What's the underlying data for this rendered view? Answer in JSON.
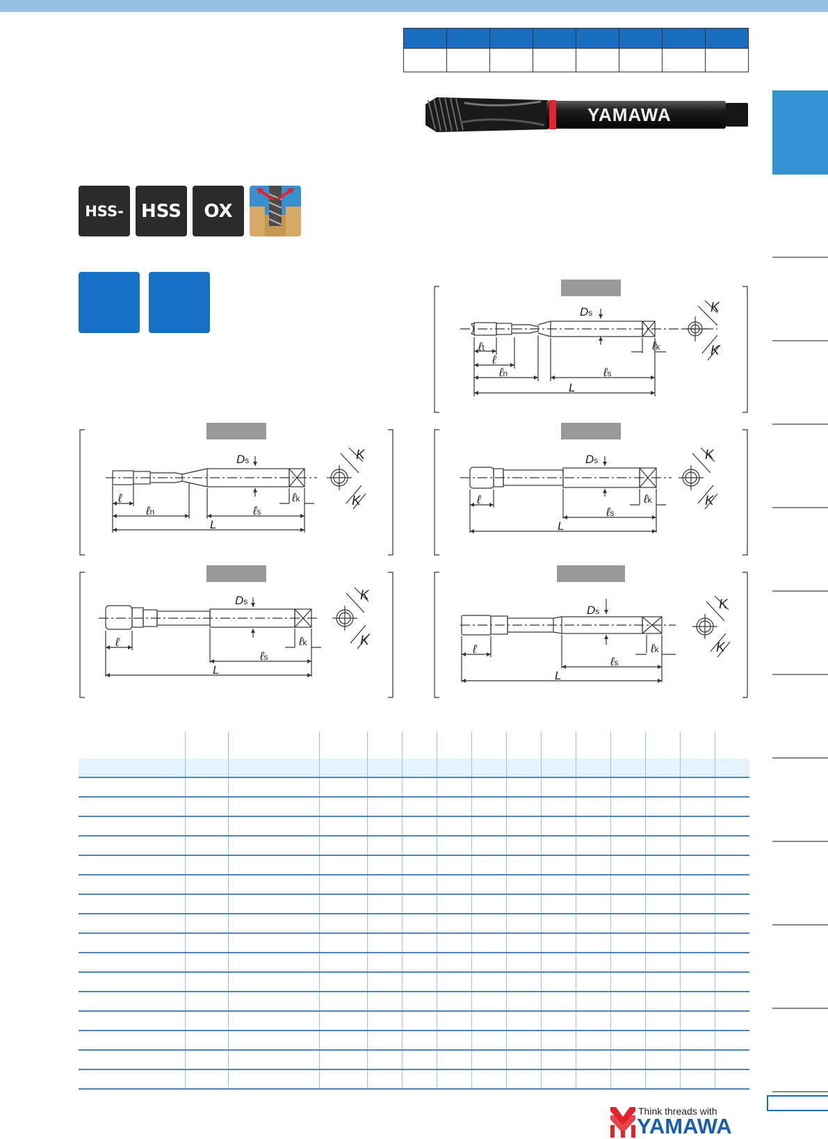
{
  "header": {
    "table_columns": 8
  },
  "product": {
    "brand_on_tap": "YAMAWA",
    "stripe_color": "#e3232c"
  },
  "materials": {
    "badge_1": "HSS-",
    "badge_2": "HSS",
    "badge_3": "OX"
  },
  "diagrams": {
    "labels": {
      "Ds": "D",
      "Ds_sub": "s",
      "K": "K",
      "L": "L",
      "l": "ℓ",
      "lt_sub": "t",
      "ln_sub": "n",
      "ls_sub": "s",
      "lk_sub": "k"
    }
  },
  "footer": {
    "tagline": "Think threads with",
    "logo": "YAMAWA"
  },
  "colors": {
    "accent_blue": "#1670c5",
    "top_bar": "#93c0e3",
    "side_tab": "#3592d2"
  }
}
